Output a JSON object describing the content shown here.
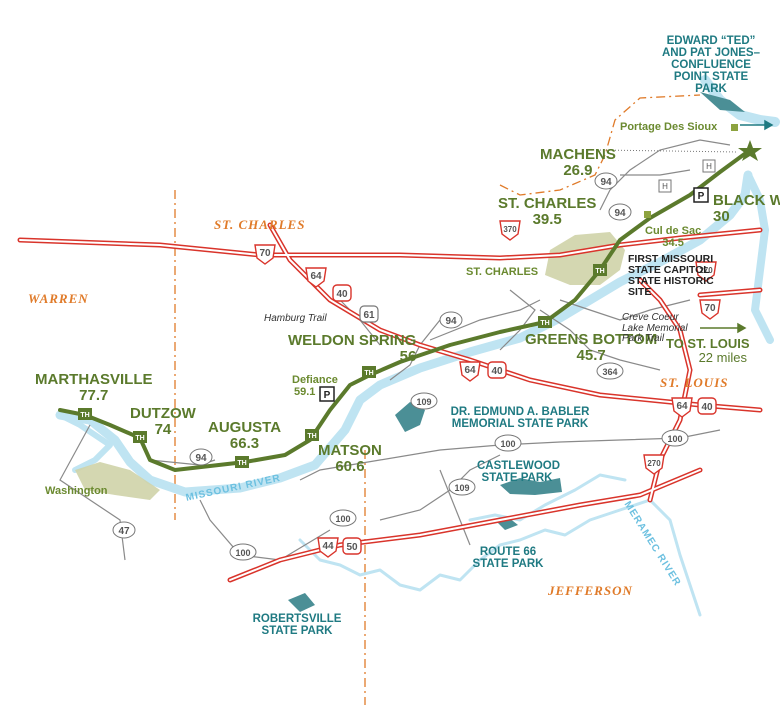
{
  "counties": {
    "st_charles": "ST. CHARLES",
    "warren": "WARREN",
    "st_louis": "ST. LOUIS",
    "jefferson": "JEFFERSON"
  },
  "trailheads": [
    {
      "name": "MARTHASVILLE",
      "mile": "77.7"
    },
    {
      "name": "DUTZOW",
      "mile": "74"
    },
    {
      "name": "AUGUSTA",
      "mile": "66.3"
    },
    {
      "name": "MATSON",
      "mile": "60.6"
    },
    {
      "name": "WELDON SPRING",
      "mile": "56"
    },
    {
      "name": "GREENS BOTTOM",
      "mile": "45.7"
    },
    {
      "name": "ST. CHARLES",
      "mile": "39.5"
    },
    {
      "name": "MACHENS",
      "mile": "26.9"
    },
    {
      "name": "BLACK WALNUT",
      "mile": "30"
    }
  ],
  "places": {
    "defiance": "Defiance",
    "defiance_mile": "59.1",
    "cul_de_sac": "Cul de Sac",
    "cul_de_sac_mile": "34.5",
    "portage": "Portage Des Sioux",
    "washington": "Washington",
    "st_charles_city": "ST. CHARLES"
  },
  "notes": {
    "hamburg": "Hamburg Trail",
    "creve_coeur": "Creve Coeur Lake Memorial Park Trail",
    "to_st_louis": "TO ST. LOUIS",
    "to_st_louis_dist": "22 miles",
    "capitol": "FIRST MISSOURI STATE CAPITOL STATE HISTORIC SITE"
  },
  "parks": {
    "confluence": "EDWARD “TED” AND PAT JONES– CONFLUENCE POINT STATE PARK",
    "babler": "DR. EDMUND A. BABLER MEMORIAL STATE PARK",
    "castlewood": "CASTLEWOOD STATE PARK",
    "route66": "ROUTE 66 STATE PARK",
    "robertsville": "ROBERTSVILLE STATE PARK"
  },
  "rivers": {
    "missouri": "MISSOURI RIVER",
    "meramec": "MERAMEC RIVER"
  },
  "routes": {
    "i70": "70",
    "i64": "64",
    "i270": "270",
    "i370": "370",
    "i44": "44",
    "us40": "40",
    "us61": "61",
    "us50": "50",
    "mo94": "94",
    "mo100": "100",
    "mo109": "109",
    "mo364": "364",
    "mo47": "47",
    "th": "TH",
    "parking": "P",
    "hotel": "H"
  },
  "colors": {
    "trail": "#5b7a2c",
    "river": "#bfe4f2",
    "interstate": "#d9342b",
    "county_line": "#e07b2a",
    "park": "#4b8f96",
    "urban": "#cfd3a8"
  }
}
